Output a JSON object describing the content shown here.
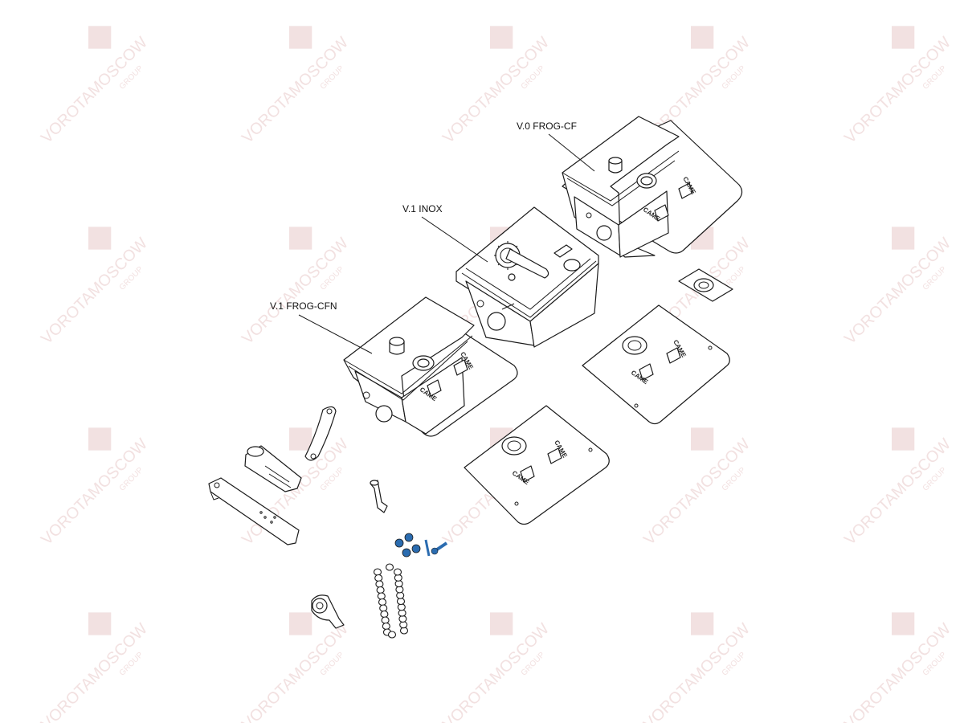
{
  "labels": {
    "v0_frog_cf": "V.0 FROG-CF",
    "v1_inox": "V.1 INOX",
    "v1_frog_cfn": "V.1 FROG-CFN"
  },
  "brand_text": "CAME",
  "watermark": {
    "text": "VOROTAMOSCOW",
    "subtext": "GROUP"
  },
  "colors": {
    "line": "#1a1a1a",
    "watermark": "#e8c8c8",
    "fasteners": "#2b6cb0"
  }
}
